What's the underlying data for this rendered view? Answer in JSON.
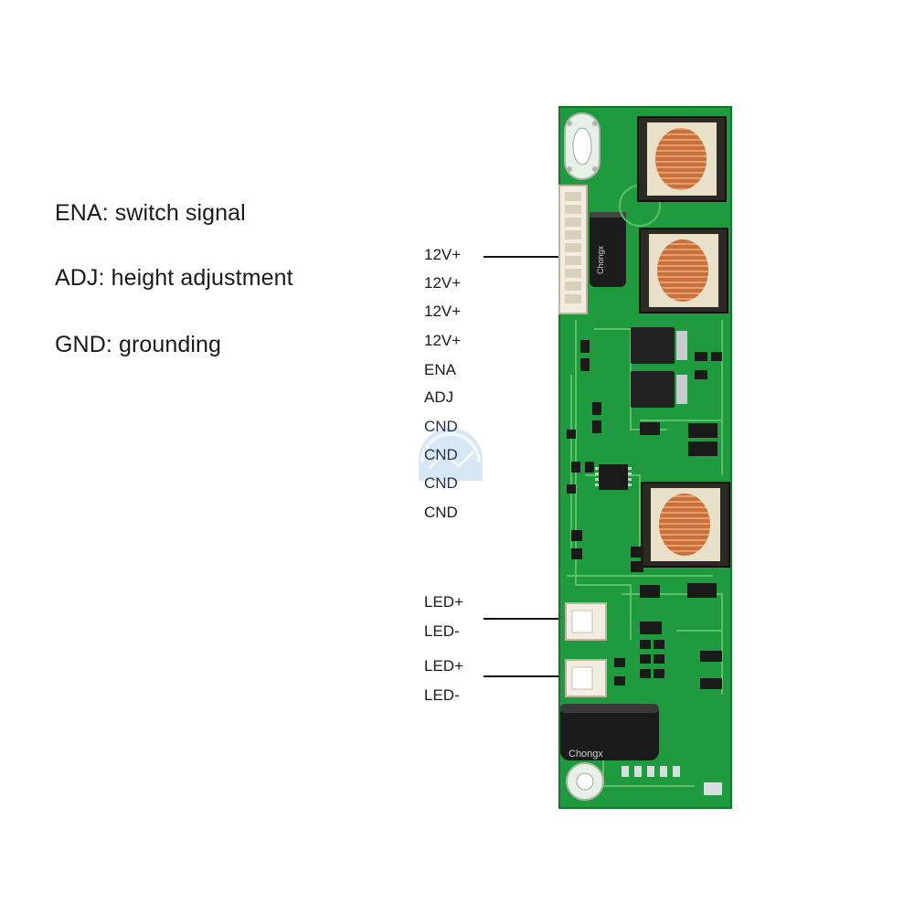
{
  "legend": [
    {
      "abbr": "ENA",
      "text": "ENA: switch signal"
    },
    {
      "abbr": "ADJ",
      "text": "ADJ: height adjustment"
    },
    {
      "abbr": "GND",
      "text": "GND: grounding"
    }
  ],
  "input_pins": [
    "12V+",
    "12V+",
    "12V+",
    "12V+",
    "ENA",
    "ADJ",
    "CND",
    "CND",
    "CND",
    "CND"
  ],
  "output_connector_1": {
    "pins": [
      "LED+",
      "LED-"
    ]
  },
  "output_connector_2": {
    "pins": [
      "LED+",
      "LED-"
    ]
  },
  "board": {
    "brand_marks": [
      "Chongx",
      "Chongx"
    ],
    "board_color": "#1f9a3f",
    "trace_color": "#5cc066",
    "copper_color": "#d2824a"
  }
}
